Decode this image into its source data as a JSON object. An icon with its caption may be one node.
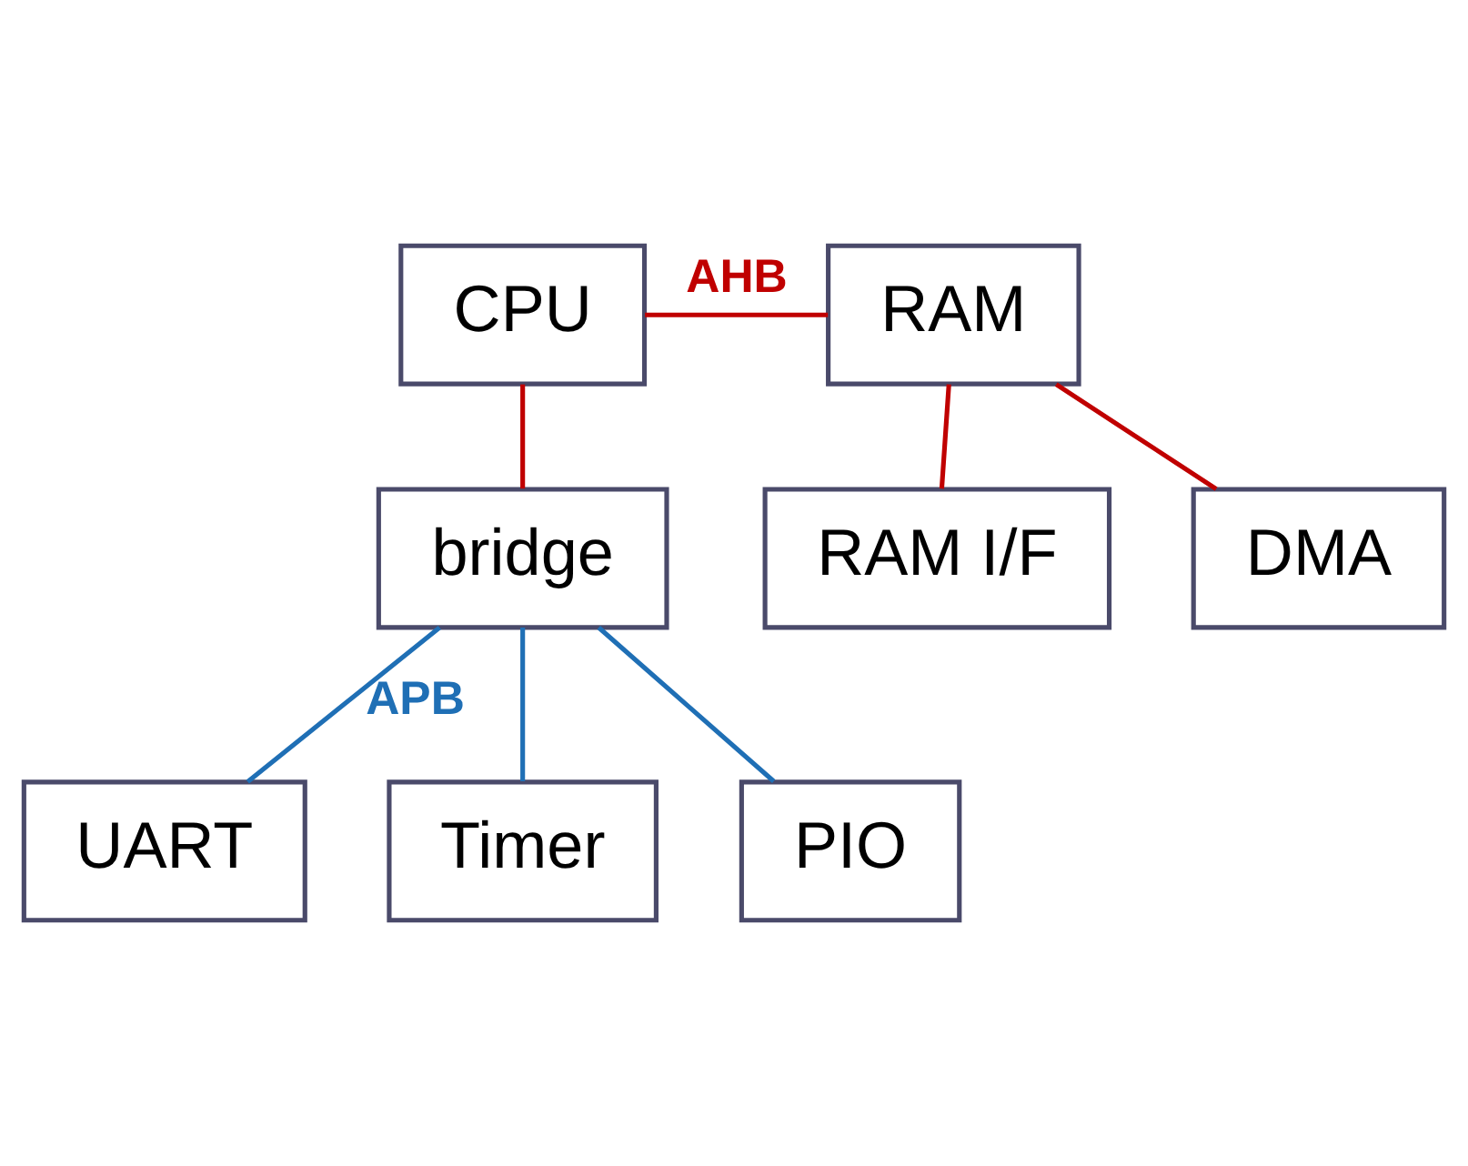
{
  "diagram": {
    "nodes": [
      {
        "text": [
          "CPU"
        ]
      },
      {
        "text": [
          "RAM"
        ]
      },
      {
        "text": [
          "RAM I/F"
        ]
      },
      {
        "text": [
          "bridge"
        ]
      },
      {
        "text": [
          "DMA"
        ]
      },
      {
        "text": [
          "UART"
        ]
      },
      {
        "text": [
          "Timer"
        ]
      },
      {
        "text": [
          "PIO"
        ]
      }
    ],
    "edges": [
      {
        "from": 0,
        "to": 1,
        "arrow": "none",
        "label": "AHB",
        "color": "#c00000"
      },
      {
        "from": 1,
        "to": 2,
        "arrow": "none",
        "color": "#c00000"
      },
      {
        "from": 0,
        "to": 3,
        "arrow": "none",
        "color": "#c00000"
      },
      {
        "from": 1,
        "to": 4,
        "arrow": "none",
        "color": "#c00000"
      },
      {
        "from": 3,
        "to": 5,
        "arrow": "none",
        "label": "APB",
        "color": "#1f6fb5"
      },
      {
        "from": 3,
        "to": 6,
        "arrow": "none",
        "color": "#1f6fb5"
      },
      {
        "from": 3,
        "to": 7,
        "arrow": "none",
        "color": "#1f6fb5"
      }
    ]
  }
}
